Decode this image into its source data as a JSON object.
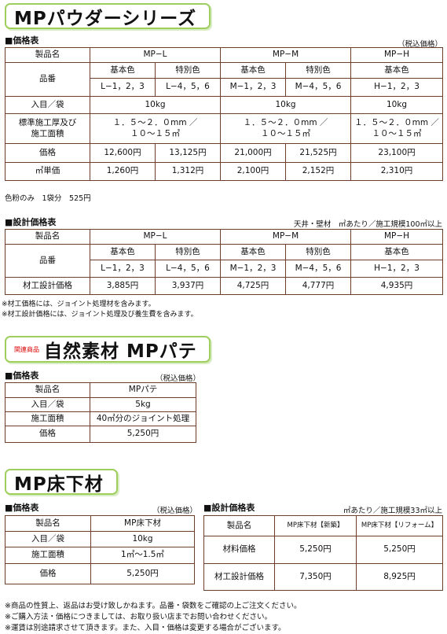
{
  "powder": {
    "title": "MPパウダーシリーズ",
    "price_header": "■価格表",
    "tax_note": "（税込価格）",
    "col_product": "製品名",
    "products": [
      "MP−L",
      "MP−M",
      "MP−H"
    ],
    "label_hinban": "品番",
    "label_basic": "基本色",
    "label_special": "特別色",
    "codes": [
      "L−1，2，3",
      "L−4，5，6",
      "M−1，2，3",
      "M−4，5，6",
      "H−1，2，3"
    ],
    "label_iri": "入目／袋",
    "iri": "10kg",
    "label_thick_1": "標準施工厚及び",
    "label_thick_2": "施工面積",
    "thick_1": "１．５〜２．０mm ／",
    "thick_2": "１０〜１５㎡",
    "label_price": "価格",
    "prices": [
      "12,600円",
      "13,125円",
      "21,000円",
      "21,525円",
      "23,100円"
    ],
    "label_unit": "㎡単価",
    "units": [
      "1,260円",
      "1,312円",
      "2,100円",
      "2,152円",
      "2,310円"
    ],
    "powder_only": "色粉のみ　1袋分　525円",
    "design_header": "■設計価格表",
    "design_note": "天井・壁材　㎡あたり／施工規模100㎡以上",
    "label_design": "材工設計価格",
    "design_prices": [
      "3,885円",
      "3,937円",
      "4,725円",
      "4,777円",
      "4,935円"
    ],
    "footnote_1": "※材工価格には、ジョイント処理材を含みます。",
    "footnote_2": "※材工設計価格には、ジョイント処理及び養生費を含みます。"
  },
  "pate": {
    "related": "関連商品",
    "title": "自然素材 MPパテ",
    "price_header": "■価格表",
    "tax_note": "（税込価格）",
    "rows": [
      {
        "label": "製品名",
        "value": "MPパテ"
      },
      {
        "label": "入目／袋",
        "value": "5kg"
      },
      {
        "label": "施工面積",
        "value": "40㎡分のジョイント処理"
      },
      {
        "label": "価格",
        "value": "5,250円"
      }
    ]
  },
  "floor": {
    "title": "MP床下材",
    "price_header": "■価格表",
    "tax_note": "（税込価格）",
    "rows": [
      {
        "label": "製品名",
        "value": "MP床下材"
      },
      {
        "label": "入目／袋",
        "value": "10kg"
      },
      {
        "label": "施工面積",
        "value": "1㎡〜1.5㎡"
      },
      {
        "label": "価格",
        "value": "5,250円"
      }
    ],
    "design_header": "■設計価格表",
    "design_note": "㎡あたり／施工規模33㎡以上",
    "design_cols": [
      "製品名",
      "MP床下材【新築】",
      "MP床下材【リフォーム】"
    ],
    "design_rows": [
      {
        "label": "材料価格",
        "v1": "5,250円",
        "v2": "5,250円"
      },
      {
        "label": "材工設計価格",
        "v1": "7,350円",
        "v2": "8,925円"
      }
    ]
  },
  "footer": {
    "line_1": "※商品の性質上、返品はお受け致しかねます。品番・袋数をご確認の上ご注文ください。",
    "line_2": "※ご購入方法・価格につきましては、お取り扱い店までお問い合わせください。",
    "line_3": "※運賃は別途請求させて頂きます。また、入目・価格は変更する場合がございます。"
  }
}
